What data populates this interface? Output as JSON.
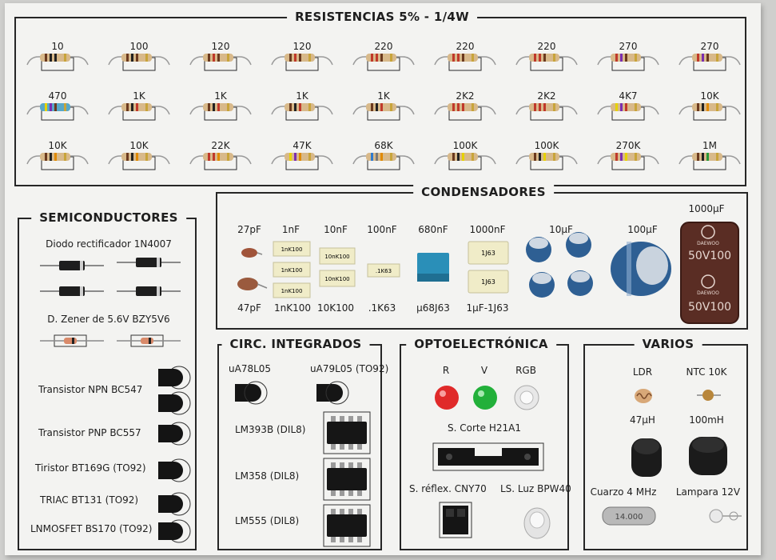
{
  "resistors": {
    "title": "RESISTENCIAS 5% - 1/4W",
    "values": [
      "10",
      "100",
      "120",
      "120",
      "220",
      "220",
      "220",
      "270",
      "270",
      "470",
      "1K",
      "1K",
      "1K",
      "1K",
      "2K2",
      "2K2",
      "4K7",
      "10K",
      "10K",
      "10K",
      "22K",
      "47K",
      "68K",
      "100K",
      "100K",
      "270K",
      "1M"
    ]
  },
  "semiconductors": {
    "title": "SEMICONDUCTORES",
    "diode_label": "Diodo rectificador 1N4007",
    "zener_label": "D. Zener de 5.6V BZY5V6",
    "transistors": [
      "Transistor NPN BC547",
      "Transistor PNP BC557",
      "Tiristor BT169G (TO92)",
      "TRIAC BT131 (TO92)",
      "LNMOSFET BS170 (TO92)"
    ]
  },
  "capacitors": {
    "title": "CONDENSADORES",
    "top_labels": [
      "27pF",
      "1nF",
      "10nF",
      "100nF",
      "680nF",
      "1000nF",
      "10µF",
      "100µF",
      "1000µF"
    ],
    "bottom_labels": [
      "47pF",
      "1nK100",
      "10K100",
      ".1K63",
      "µ68J63",
      "1µF-1J63"
    ],
    "markings": [
      "1nK100",
      "10nK100",
      ".1K63",
      "1J63"
    ],
    "electrolytic_markings": [
      "50V100",
      "DAEWOO"
    ]
  },
  "integrated": {
    "title": "CIRC. INTEGRADOS",
    "regulators": [
      "uA78L05",
      "uA79L05 (TO92)"
    ],
    "chips": [
      "LM393B (DIL8)",
      "LM358 (DIL8)",
      "LM555 (DIL8)"
    ]
  },
  "opto": {
    "title": "OPTOELECTRÓNICA",
    "leds": [
      "R",
      "V",
      "RGB"
    ],
    "interrupter": "S. Corte H21A1",
    "reflex": "S. réflex. CNY70",
    "photodiode": "LS. Luz BPW40"
  },
  "misc": {
    "title": "VARIOS",
    "items": [
      "LDR",
      "NTC 10K",
      "47µH",
      "100mH",
      "Cuarzo 4 MHz",
      "Lampara 12V"
    ],
    "crystal_marking": "14.000"
  },
  "colors": {
    "board": "#f3f3f1",
    "frame": "#262626",
    "electrolytic_blue": "#2e5f93",
    "electrolytic_brown": "#5a2d24",
    "led_red": "#e02a2a",
    "led_green": "#22b03a",
    "box_cap": "#2a8fb8"
  }
}
